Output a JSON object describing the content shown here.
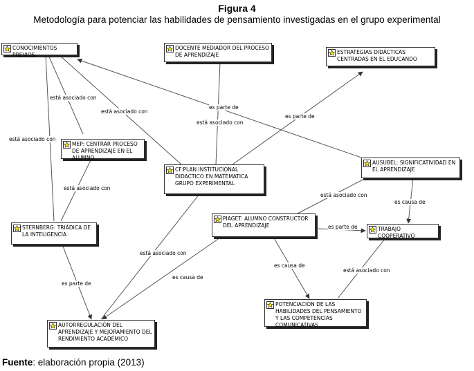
{
  "figure": {
    "title": "Figura 4",
    "subtitle": "Metodología para potenciar las habilidades de pensamiento investigadas en el grupo experimental"
  },
  "nodes": {
    "conocimientos": "CONOCIMIENTOS PREVIOS",
    "docente": "DOCENTE MEDIADOR DEL PROCESO DE APRENDIZAJE",
    "estrategias": "ESTRATEGIAS DIDÁCTICAS CENTRADAS EN EL EDUCANDO",
    "mep": "MEP: CENTRAR PROCESO DE APRENDIZAJE EN EL ALUMNO",
    "cf": "CF:PLAN INSTITUCIONAL DIDACTICO EN MATEMATICA GRUPO EXPERIMENTAL",
    "ausubel": "AUSUBEL: SIGNIFICATIVIDAD EN EL APRENDIZAJE",
    "sternberg": "STERNBERG:  TRIÁDICA DE LA INTELIGENCIA",
    "piaget": "PIAGET: ALUMNO CONSTRUCTOR DEL APRENDIZAJE",
    "trabajo": "TRABAJO COOPERATIVO",
    "potenciacion": "POTENCIACIÓN DE LAS HABILIDADES DEL PENSAMIENTO Y LAS COMPETENCIAS COMUNICATIVAS",
    "autorregulacion": "AUTORREGULACIÓN DEL APRENDIZAJE Y MEJORAMIENTO DEL RENDIMIENTO ACADÉMICO"
  },
  "links": {
    "l1": "está asociado con",
    "l2": "está asociado con",
    "l3": "está asociado con",
    "l4": "es parte de",
    "l5": "está asociado con",
    "l6": "es parte de",
    "l7": "está asociado con",
    "l8": "está asociado con",
    "l9": "está asociado con",
    "l10": "es causa de",
    "l11": "es parte de",
    "l12": "es causa de",
    "l13": "es parte de",
    "l14": "es causa de",
    "l15": "está asociado con"
  },
  "source": {
    "label": "Fuente",
    "text": ": elaboración propia (2013)"
  }
}
